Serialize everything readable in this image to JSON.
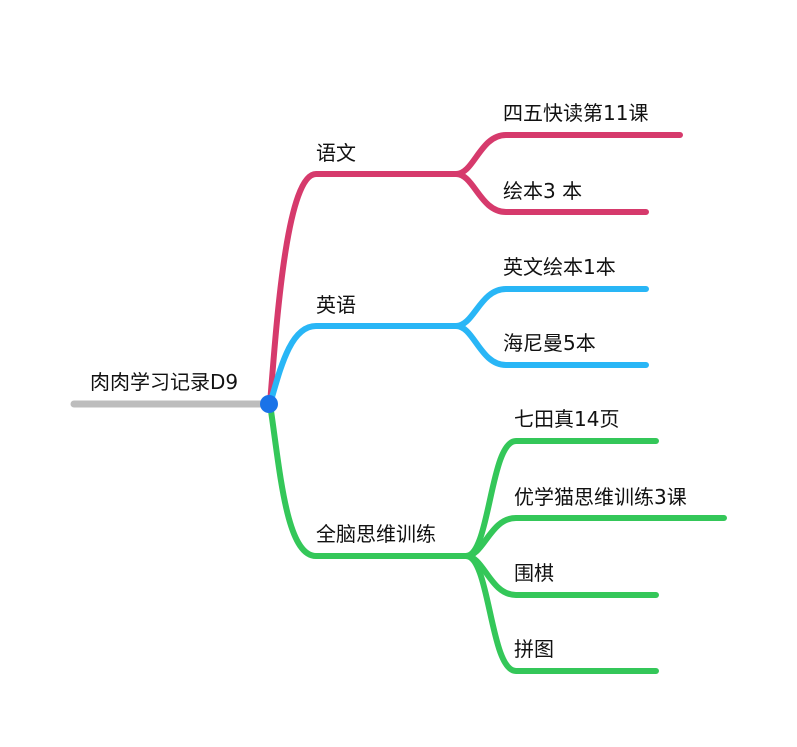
{
  "root": {
    "text": "肉肉学习记录D9",
    "line_color": "#bdbdbd",
    "node_color": "#1a73e8"
  },
  "branches": [
    {
      "label": "语文",
      "color": "#d63a6c",
      "children": [
        "四五快读第11课",
        "绘本3 本"
      ]
    },
    {
      "label": "英语",
      "color": "#29b6f6",
      "children": [
        "英文绘本1本",
        "海尼曼5本"
      ]
    },
    {
      "label": "全脑思维训练",
      "color": "#34c759",
      "children": [
        "七田真14页",
        "优学猫思维训练3课",
        "围棋",
        "拼图"
      ]
    }
  ]
}
